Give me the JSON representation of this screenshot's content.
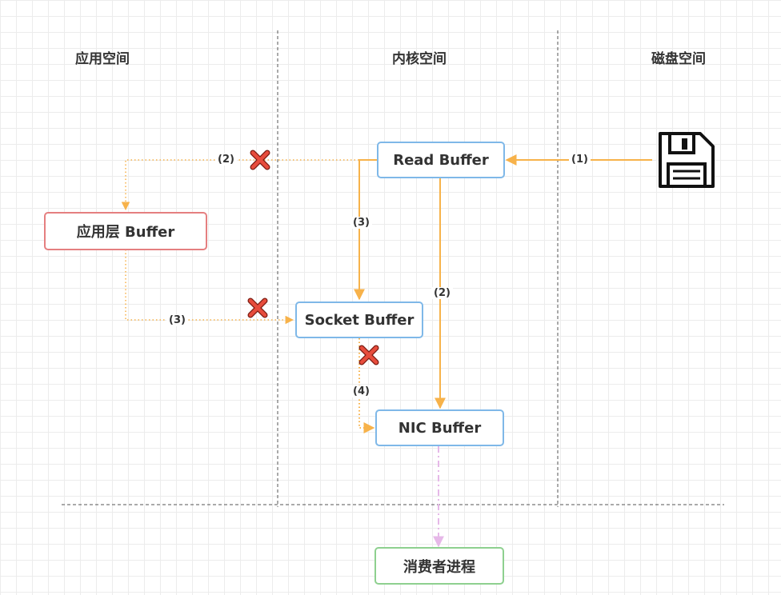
{
  "regions": {
    "app_space": "应用空间",
    "kernel_space": "内核空间",
    "disk_space": "磁盘空间"
  },
  "nodes": {
    "read_buffer": "Read Buffer",
    "app_buffer": "应用层 Buffer",
    "socket_buffer": "Socket Buffer",
    "nic_buffer": "NIC Buffer",
    "consumer": "消费者进程"
  },
  "steps": {
    "disk_to_read": "(1)",
    "read_to_app": "(2)",
    "read_to_socket": "(3)",
    "read_to_nic": "(2)",
    "app_to_socket": "(3)",
    "socket_to_nic": "(4)"
  },
  "colors": {
    "arrow": "#f7b24a",
    "nic_to_consumer": "#e6b8e8",
    "blocked_mark": "#e74c3c",
    "kernel_node_border": "#7fb8e8",
    "app_node_border": "#e57f80",
    "consumer_node_border": "#8ed08f",
    "divider": "#555555"
  },
  "icons": {
    "disk": "floppy-disk-icon",
    "blocked": "red-cross-icon"
  }
}
